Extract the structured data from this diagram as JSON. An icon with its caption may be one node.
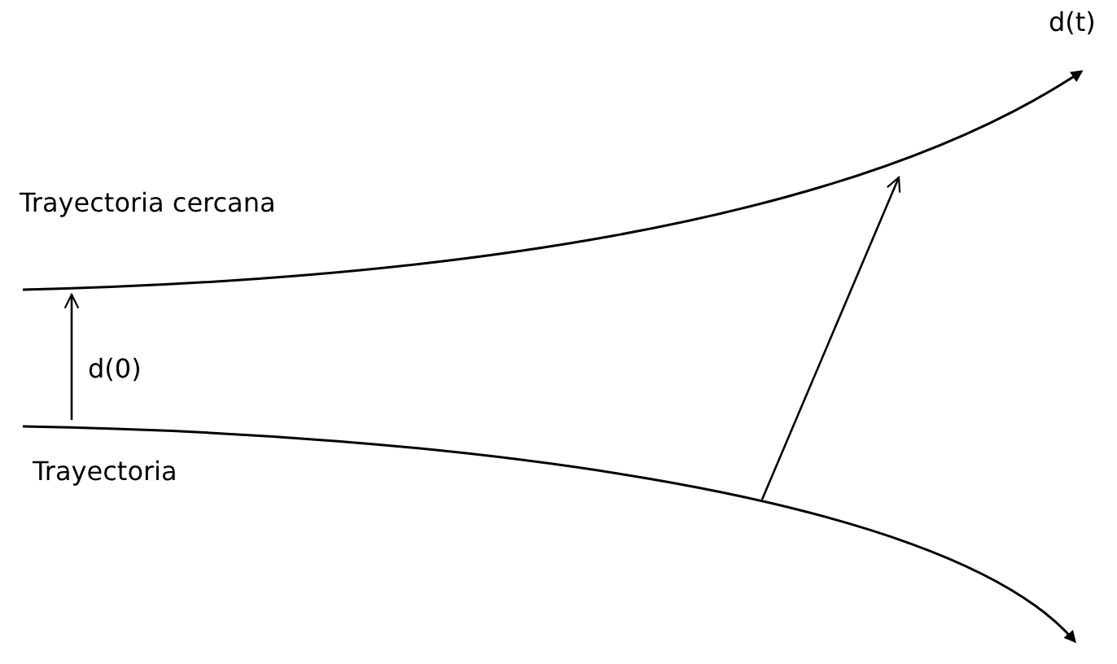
{
  "diagram": {
    "labels": [
      "d(t)",
      "Trayectoria cercana",
      "d(0)",
      "Trayectoria"
    ]
  }
}
